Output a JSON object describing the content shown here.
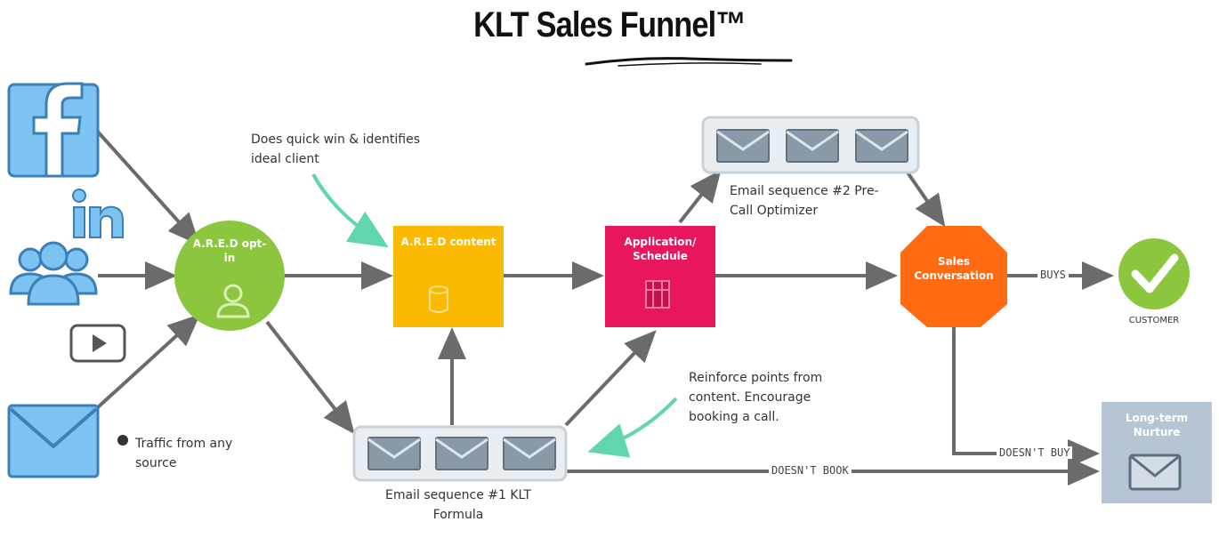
{
  "title": "KLT Sales Funnel™",
  "sources": {
    "facebook_icon": "facebook-icon",
    "linkedin_icon": "linkedin-icon",
    "community_icon": "people-icon",
    "youtube_icon": "youtube-icon",
    "email_icon": "envelope-icon",
    "note": "Traffic from any source"
  },
  "nodes": {
    "optin": {
      "label": "A.R.E.D opt-in",
      "color": "#8cc63f"
    },
    "content": {
      "label": "A.R.E.D content",
      "color": "#fbb900"
    },
    "application": {
      "label": "Application/ Schedule",
      "color": "#e8175d"
    },
    "sales": {
      "label": "Sales Conversation",
      "color": "#ff6a13"
    },
    "customer": {
      "label": "CUSTOMER",
      "color": "#8cc63f"
    },
    "nurture": {
      "label": "Long-term Nurture",
      "color": "#b7c4d3"
    }
  },
  "sequences": {
    "seq1": "Email sequence #1 KLT Formula",
    "seq2": "Email sequence #2 Pre-Call Optimizer"
  },
  "annotations": {
    "quiz": "Does quick win & identifies ideal client",
    "reinforce": "Reinforce points from content. Encourage booking a call."
  },
  "edges": {
    "buys": "BUYS",
    "doesnt_buy": "DOESN'T BUY",
    "doesnt_book": "DOESN'T BOOK"
  },
  "colors": {
    "icon_blue": "#7cc3f2",
    "icon_blue_dark": "#3d7fb5",
    "arrow": "#6b6b6b",
    "teal_arrow": "#5fd6b0",
    "envelope_box": "#e9eef2",
    "envelope": "#8a99a8"
  },
  "footer": ""
}
